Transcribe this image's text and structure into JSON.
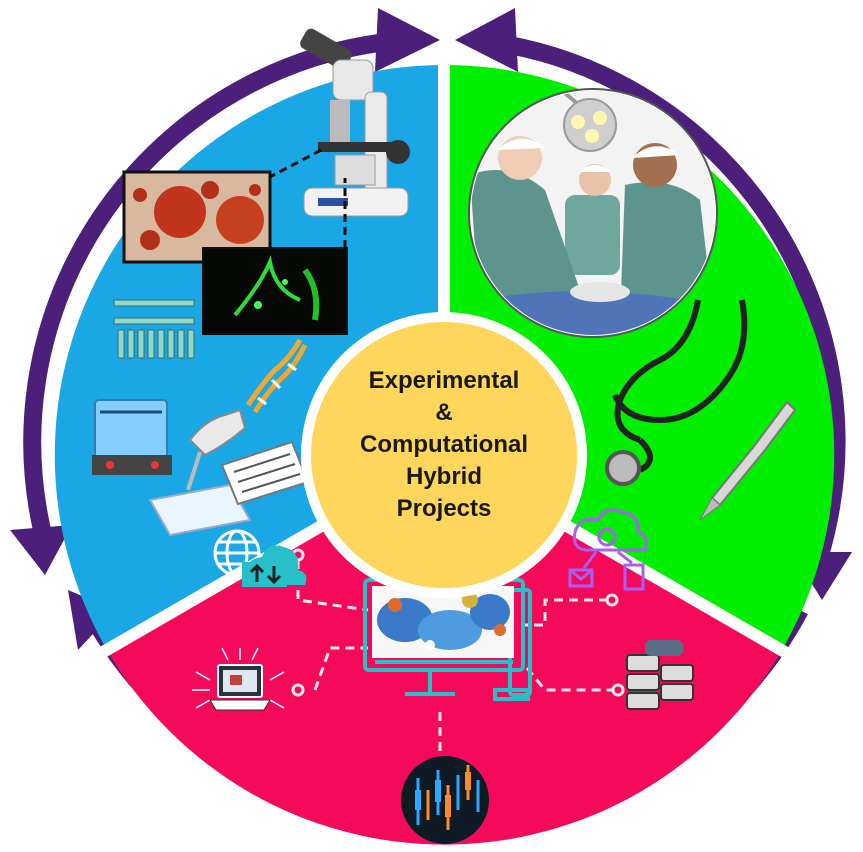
{
  "center": {
    "lines": [
      "Experimental",
      "&",
      "Computational",
      "Hybrid",
      "Projects"
    ]
  },
  "colors": {
    "arrow": "#4b1f7a",
    "experimental_sector": "#1aa7e6",
    "clinical_sector": "#00ee00",
    "computational_sector": "#f50a5b",
    "center_disc": "#ffd65c",
    "line_art": "#27c0c8"
  },
  "sectors": {
    "experimental": {
      "icons": [
        "microscope-icon",
        "stained-tissue-image",
        "fluorescence-image",
        "pipette-rack-icon",
        "dna-icon",
        "electrophoresis-tank-icon",
        "gloved-hand-pipetting-icon",
        "gel-sheet-icon"
      ]
    },
    "clinical": {
      "icons": [
        "surgical-team-image",
        "surgical-lamp-icon",
        "stethoscope-icon",
        "scalpel-icon"
      ]
    },
    "computational": {
      "icons": [
        "computer-monitor-icon",
        "protein-structure-image",
        "globe-network-icon",
        "cloud-upload-download-icon",
        "cloud-settings-icon",
        "server-rack-icon",
        "laptop-circuit-icon",
        "stock-chart-icon"
      ]
    }
  }
}
